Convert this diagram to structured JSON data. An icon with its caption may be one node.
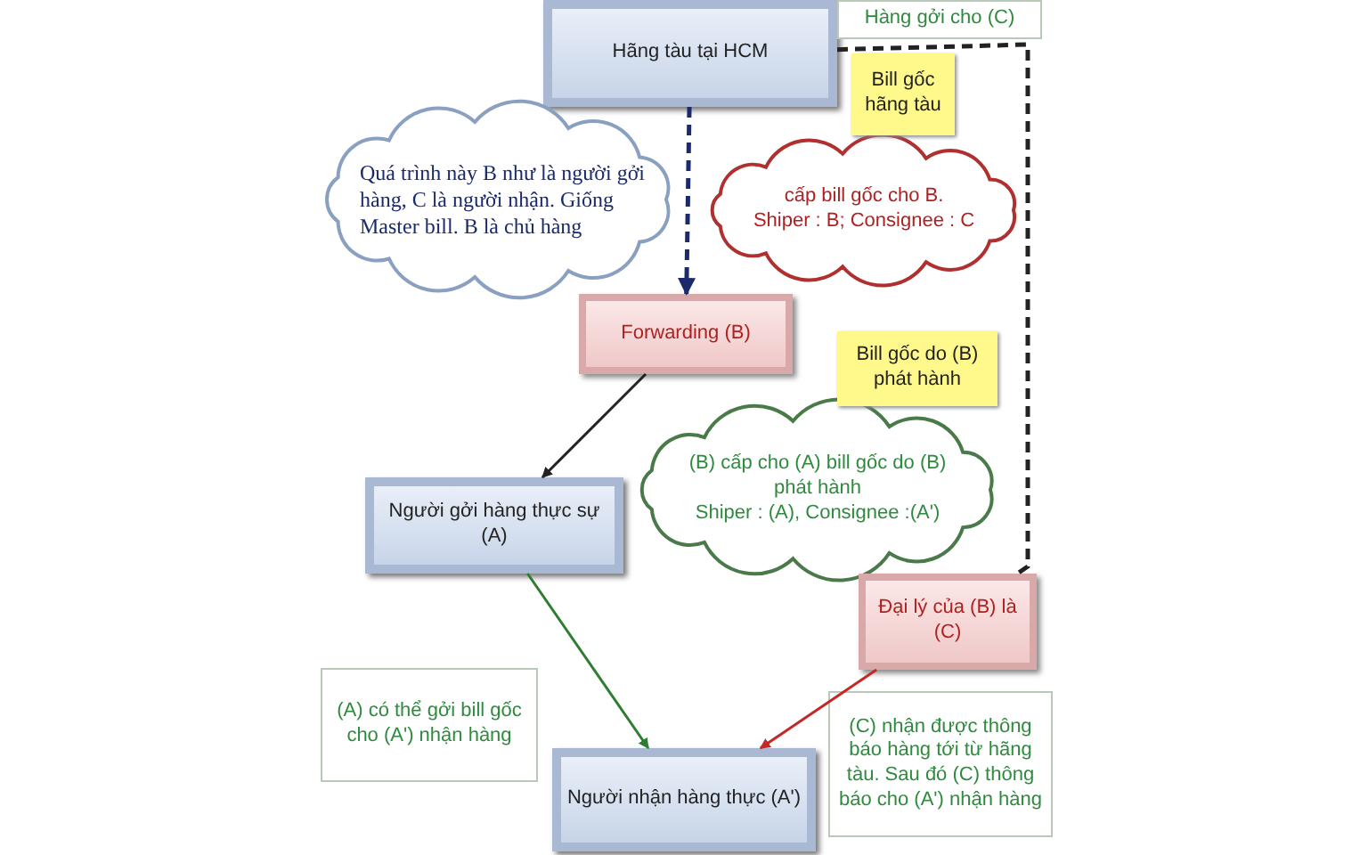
{
  "diagram": {
    "nodes": [
      {
        "text": [
          "Hãng tàu tại HCM"
        ]
      },
      {
        "text": [
          "Hàng gởi cho (C)"
        ]
      },
      {
        "text": [
          "Quá trình này B như  là người gởi hàng, C là người nhận. Giống Master bill. B là chủ hàng"
        ]
      },
      {
        "text": [
          "Bill gốc hãng tàu"
        ]
      },
      {
        "text": [
          "cấp bill gốc cho B.",
          "Shiper : B; Consignee : C"
        ]
      },
      {
        "text": [
          "Forwarding (B)"
        ]
      },
      {
        "text": [
          "Bill gốc do (B) phát hành"
        ]
      },
      {
        "text": [
          "(B) cấp cho (A) bill gốc do (B) phát hành",
          "Shiper : (A), Consignee :(A')"
        ]
      },
      {
        "text": [
          "Người gởi hàng thực sự (A)"
        ]
      },
      {
        "text": [
          "Đại lý của (B) là (C)"
        ]
      },
      {
        "text": [
          "(A) có thể gởi bill gốc cho (A') nhận hàng"
        ]
      },
      {
        "text": [
          "(C) nhận được thông báo hàng tới từ hãng tàu. Sau đó (C) thông báo cho (A') nhận hàng"
        ]
      },
      {
        "text": [
          "Người nhận hàng thực (A')"
        ]
      }
    ],
    "edges": [
      {
        "from": 0,
        "to": 5,
        "arrow": "to",
        "style": "dashed",
        "color": "#1a2a6c"
      },
      {
        "from": 0,
        "to": 9,
        "arrow": "none",
        "style": "dashed"
      },
      {
        "from": 5,
        "to": 8,
        "arrow": "to"
      },
      {
        "from": 8,
        "to": 12,
        "arrow": "to",
        "color": "#2e7d32"
      },
      {
        "from": 9,
        "to": 12,
        "arrow": "to",
        "color": "#c62828"
      }
    ]
  }
}
